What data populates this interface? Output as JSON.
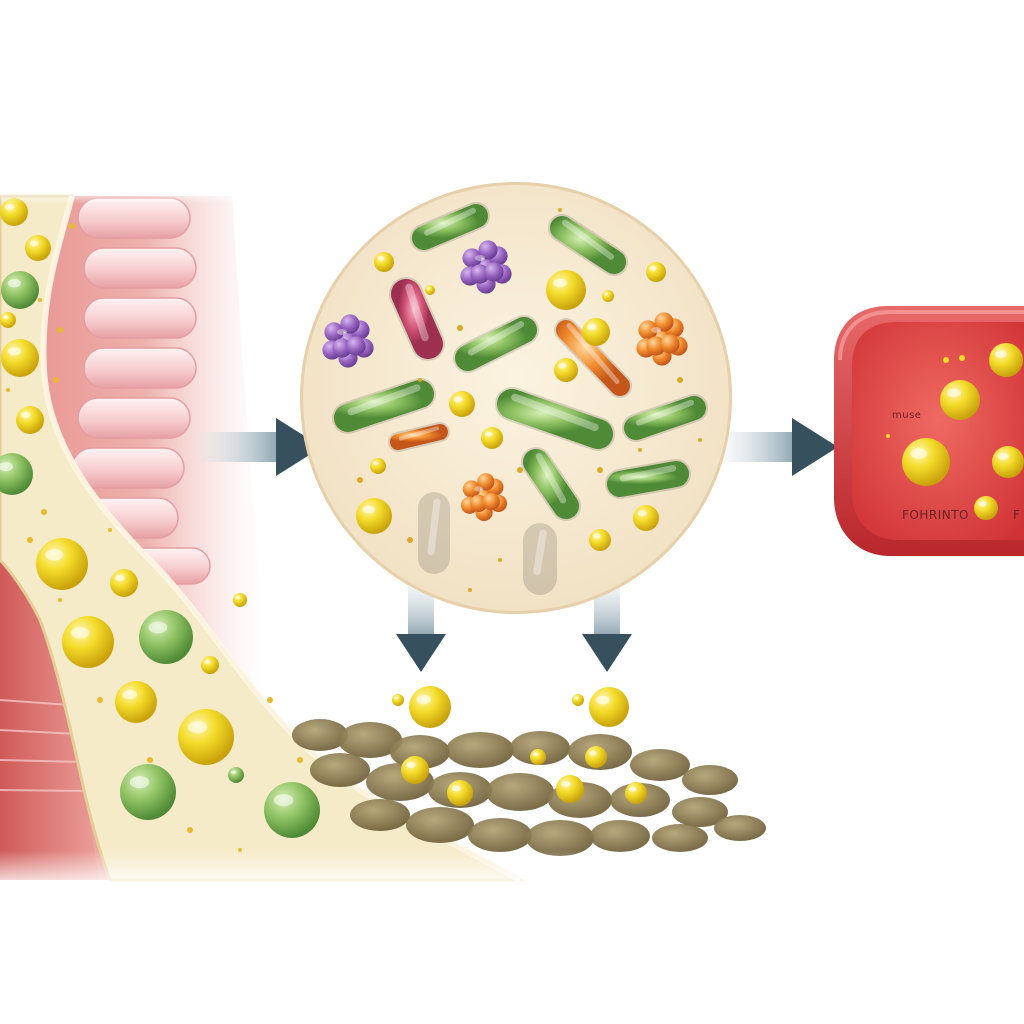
{
  "vessel": {
    "label_top": "muse",
    "label_bottom": "FOHRINTO",
    "label_right": "F"
  },
  "colors": {
    "gut_wall": "#e6a6a2",
    "villi": "#f7d3d4",
    "lumen": "#f6ebc9",
    "nutrient_droplet": "#f1d21e",
    "microbe_green": "#8fc263",
    "microbe_purple": "#9b67c3",
    "microbe_orange": "#ef8a2c",
    "microbe_pink": "#d5577a",
    "blood_vessel": "#d9383b",
    "arrow": "#36505d",
    "stool": "#7d6c43"
  }
}
